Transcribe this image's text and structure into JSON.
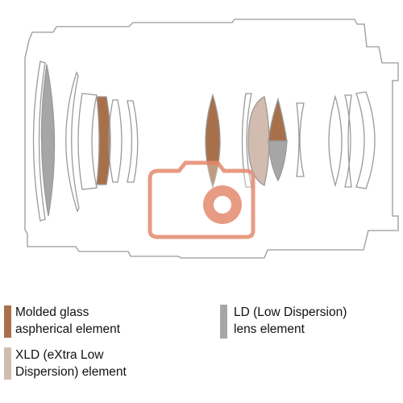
{
  "diagram": {
    "type": "lens-construction",
    "colors": {
      "outline": "#9a9a9a",
      "molded_glass_aspherical": "#a8704a",
      "xld": "#d2bcaf",
      "ld": "#a6a6a6",
      "watermark": "#e58a6e"
    }
  },
  "legend": {
    "items": [
      {
        "id": "molded",
        "line1": "Molded glass",
        "line2": "aspherical element",
        "color": "#a8704a"
      },
      {
        "id": "xld",
        "line1": "XLD (eXtra Low",
        "line2": "Dispersion) element",
        "color": "#d2bcaf"
      },
      {
        "id": "ld",
        "line1": "LD (Low Dispersion)",
        "line2": "lens element",
        "color": "#a6a6a6"
      }
    ]
  }
}
